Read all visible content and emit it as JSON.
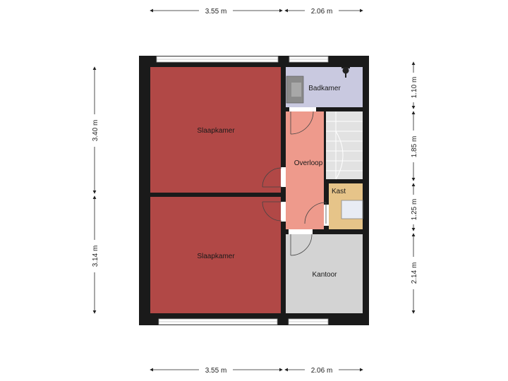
{
  "rooms": {
    "slaapkamer_top": {
      "label": "Slaapkamer",
      "color": "#b14846"
    },
    "slaapkamer_bottom": {
      "label": "Slaapkamer",
      "color": "#b14846"
    },
    "badkamer": {
      "label": "Badkamer",
      "color": "#c9c9e0"
    },
    "overloop": {
      "label": "Overloop",
      "color": "#ee9a8c"
    },
    "kast": {
      "label": "Kast",
      "color": "#e6c489"
    },
    "kantoor": {
      "label": "Kantoor",
      "color": "#d3d3d3"
    }
  },
  "dimensions": {
    "top_left": "3.55 m",
    "top_right": "2.06 m",
    "bottom_left": "3.55 m",
    "bottom_right": "2.06 m",
    "left_upper": "3.40 m",
    "left_lower": "3.14 m",
    "right_1": "1.10 m",
    "right_2": "1.85 m",
    "right_3": "1.25 m",
    "right_4": "2.14 m"
  },
  "colors": {
    "wall": "#1a1a1a",
    "stairs": "#e2e2e2"
  }
}
